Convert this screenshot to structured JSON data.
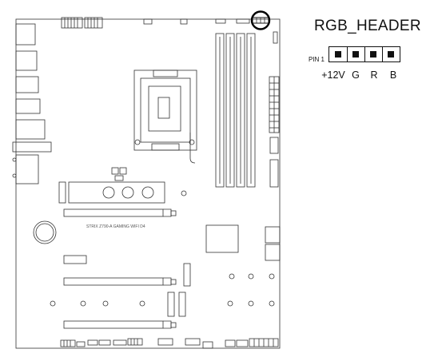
{
  "header": {
    "title": "RGB_HEADER",
    "pin1_label": "PIN 1",
    "pins": [
      "+12V",
      "G",
      "R",
      "B"
    ]
  },
  "board": {
    "silkscreen_text": "STRIX Z790-A GAMING WIFI D4"
  },
  "colors": {
    "line": "#333333",
    "highlight": "#000000",
    "background": "#ffffff"
  }
}
